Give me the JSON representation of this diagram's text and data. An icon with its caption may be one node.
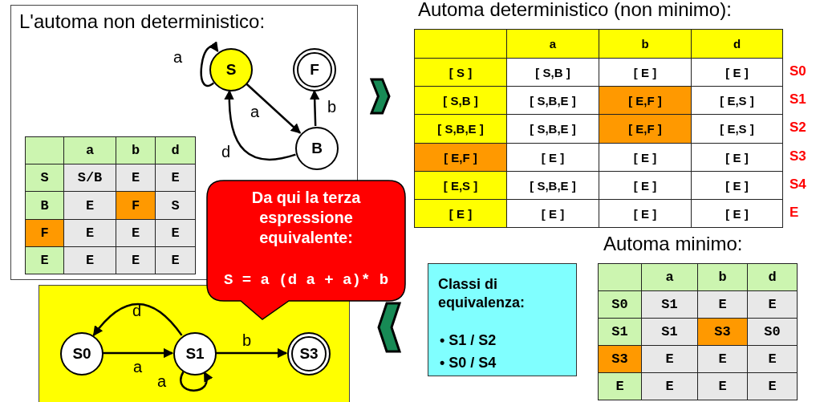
{
  "diagram": {
    "nodes": [
      {
        "text": [
          "L'automa non deterministico:"
        ]
      },
      {
        "text": [
          "S"
        ],
        "in": 0
      },
      {
        "text": [
          "F"
        ],
        "in": 0
      },
      {
        "text": [
          "B"
        ],
        "in": 0
      },
      {
        "text": [],
        "shape": "box"
      },
      {
        "text": [
          "S0"
        ],
        "in": 4
      },
      {
        "text": [
          "S1"
        ],
        "in": 4
      },
      {
        "text": [
          "S3"
        ],
        "in": 4
      },
      {
        "text": [
          "Da qui la terza espressione equivalente:",
          "S = a (d a + a)* b"
        ]
      },
      {
        "text": [
          "Classi di equivalenza:",
          "• S1 / S2",
          "• S0 / S4"
        ]
      }
    ],
    "edges": [
      {
        "from": 1,
        "to": 1,
        "arrow": "to",
        "label": "a"
      },
      {
        "from": 1,
        "to": 3,
        "arrow": "to",
        "label": "a"
      },
      {
        "from": 3,
        "to": 2,
        "arrow": "to",
        "label": "b"
      },
      {
        "from": 3,
        "to": 1,
        "arrow": "to",
        "label": "d"
      },
      {
        "from": 5,
        "to": 6,
        "arrow": "to",
        "label": "a"
      },
      {
        "from": 6,
        "to": 7,
        "arrow": "to",
        "label": "b"
      },
      {
        "from": 6,
        "to": 5,
        "arrow": "to",
        "label": "d"
      },
      {
        "from": 6,
        "to": 6,
        "arrow": "to",
        "label": "a"
      }
    ],
    "labels": [
      "a",
      "b",
      "d",
      "S",
      "S/B",
      "E",
      "E",
      "B",
      "E",
      "F",
      "S",
      "F",
      "E",
      "E",
      "E",
      "E",
      "E",
      "E",
      "E",
      "Automa deterministico (non minimo):",
      "a",
      "b",
      "d",
      "[ S ]",
      "[ S,B ]",
      "[ E ]",
      "[ E ]",
      "S0",
      "[ S,B ]",
      "[ S,B,E ]",
      "[ E,F ]",
      "[ E,S ]",
      "S1",
      "[ S,B,E ]",
      "[ S,B,E ]",
      "[ E,F ]",
      "[ E,S ]",
      "S2",
      "[ E,F ]",
      "[ E ]",
      "[ E ]",
      "[ E ]",
      "S3",
      "[ E,S ]",
      "[ S,B,E ]",
      "[ E ]",
      "[ E ]",
      "S4",
      "[ E ]",
      "[ E ]",
      "[ E ]",
      "[ E ]",
      "E",
      "Automa minimo:",
      "a",
      "b",
      "d",
      "S0",
      "S1",
      "E",
      "E",
      "S1",
      "S1",
      "S3",
      "S0",
      "S3",
      "E",
      "E",
      "E",
      "E",
      "E",
      "E",
      "E"
    ]
  }
}
